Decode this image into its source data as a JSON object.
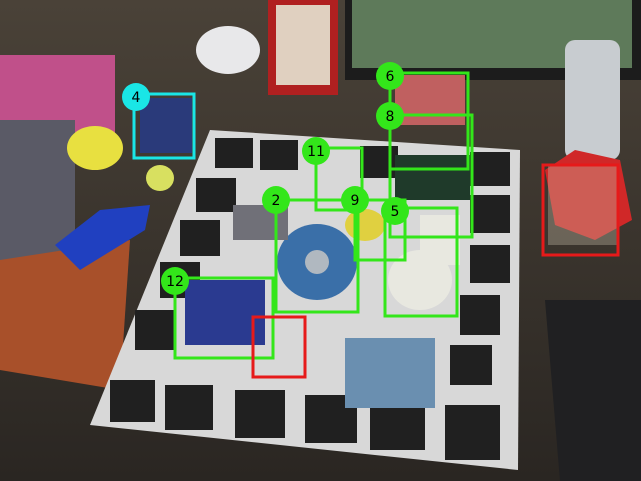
{
  "colors": {
    "green": "#33e61a",
    "cyan": "#1ae6e6",
    "red": "#e61a1a"
  },
  "boxes": {
    "red_right": {
      "color": "#e61a1a"
    },
    "red_center": {
      "color": "#e61a1a"
    }
  },
  "markers": {
    "m4": {
      "label": "4",
      "color": "#1ae6e6"
    },
    "m6": {
      "label": "6",
      "color": "#33e61a"
    },
    "m8": {
      "label": "8",
      "color": "#33e61a"
    },
    "m11": {
      "label": "11",
      "color": "#33e61a"
    },
    "m2": {
      "label": "2",
      "color": "#33e61a"
    },
    "m9": {
      "label": "9",
      "color": "#33e61a"
    },
    "m5": {
      "label": "5",
      "color": "#33e61a"
    },
    "m12": {
      "label": "12",
      "color": "#33e61a"
    }
  }
}
